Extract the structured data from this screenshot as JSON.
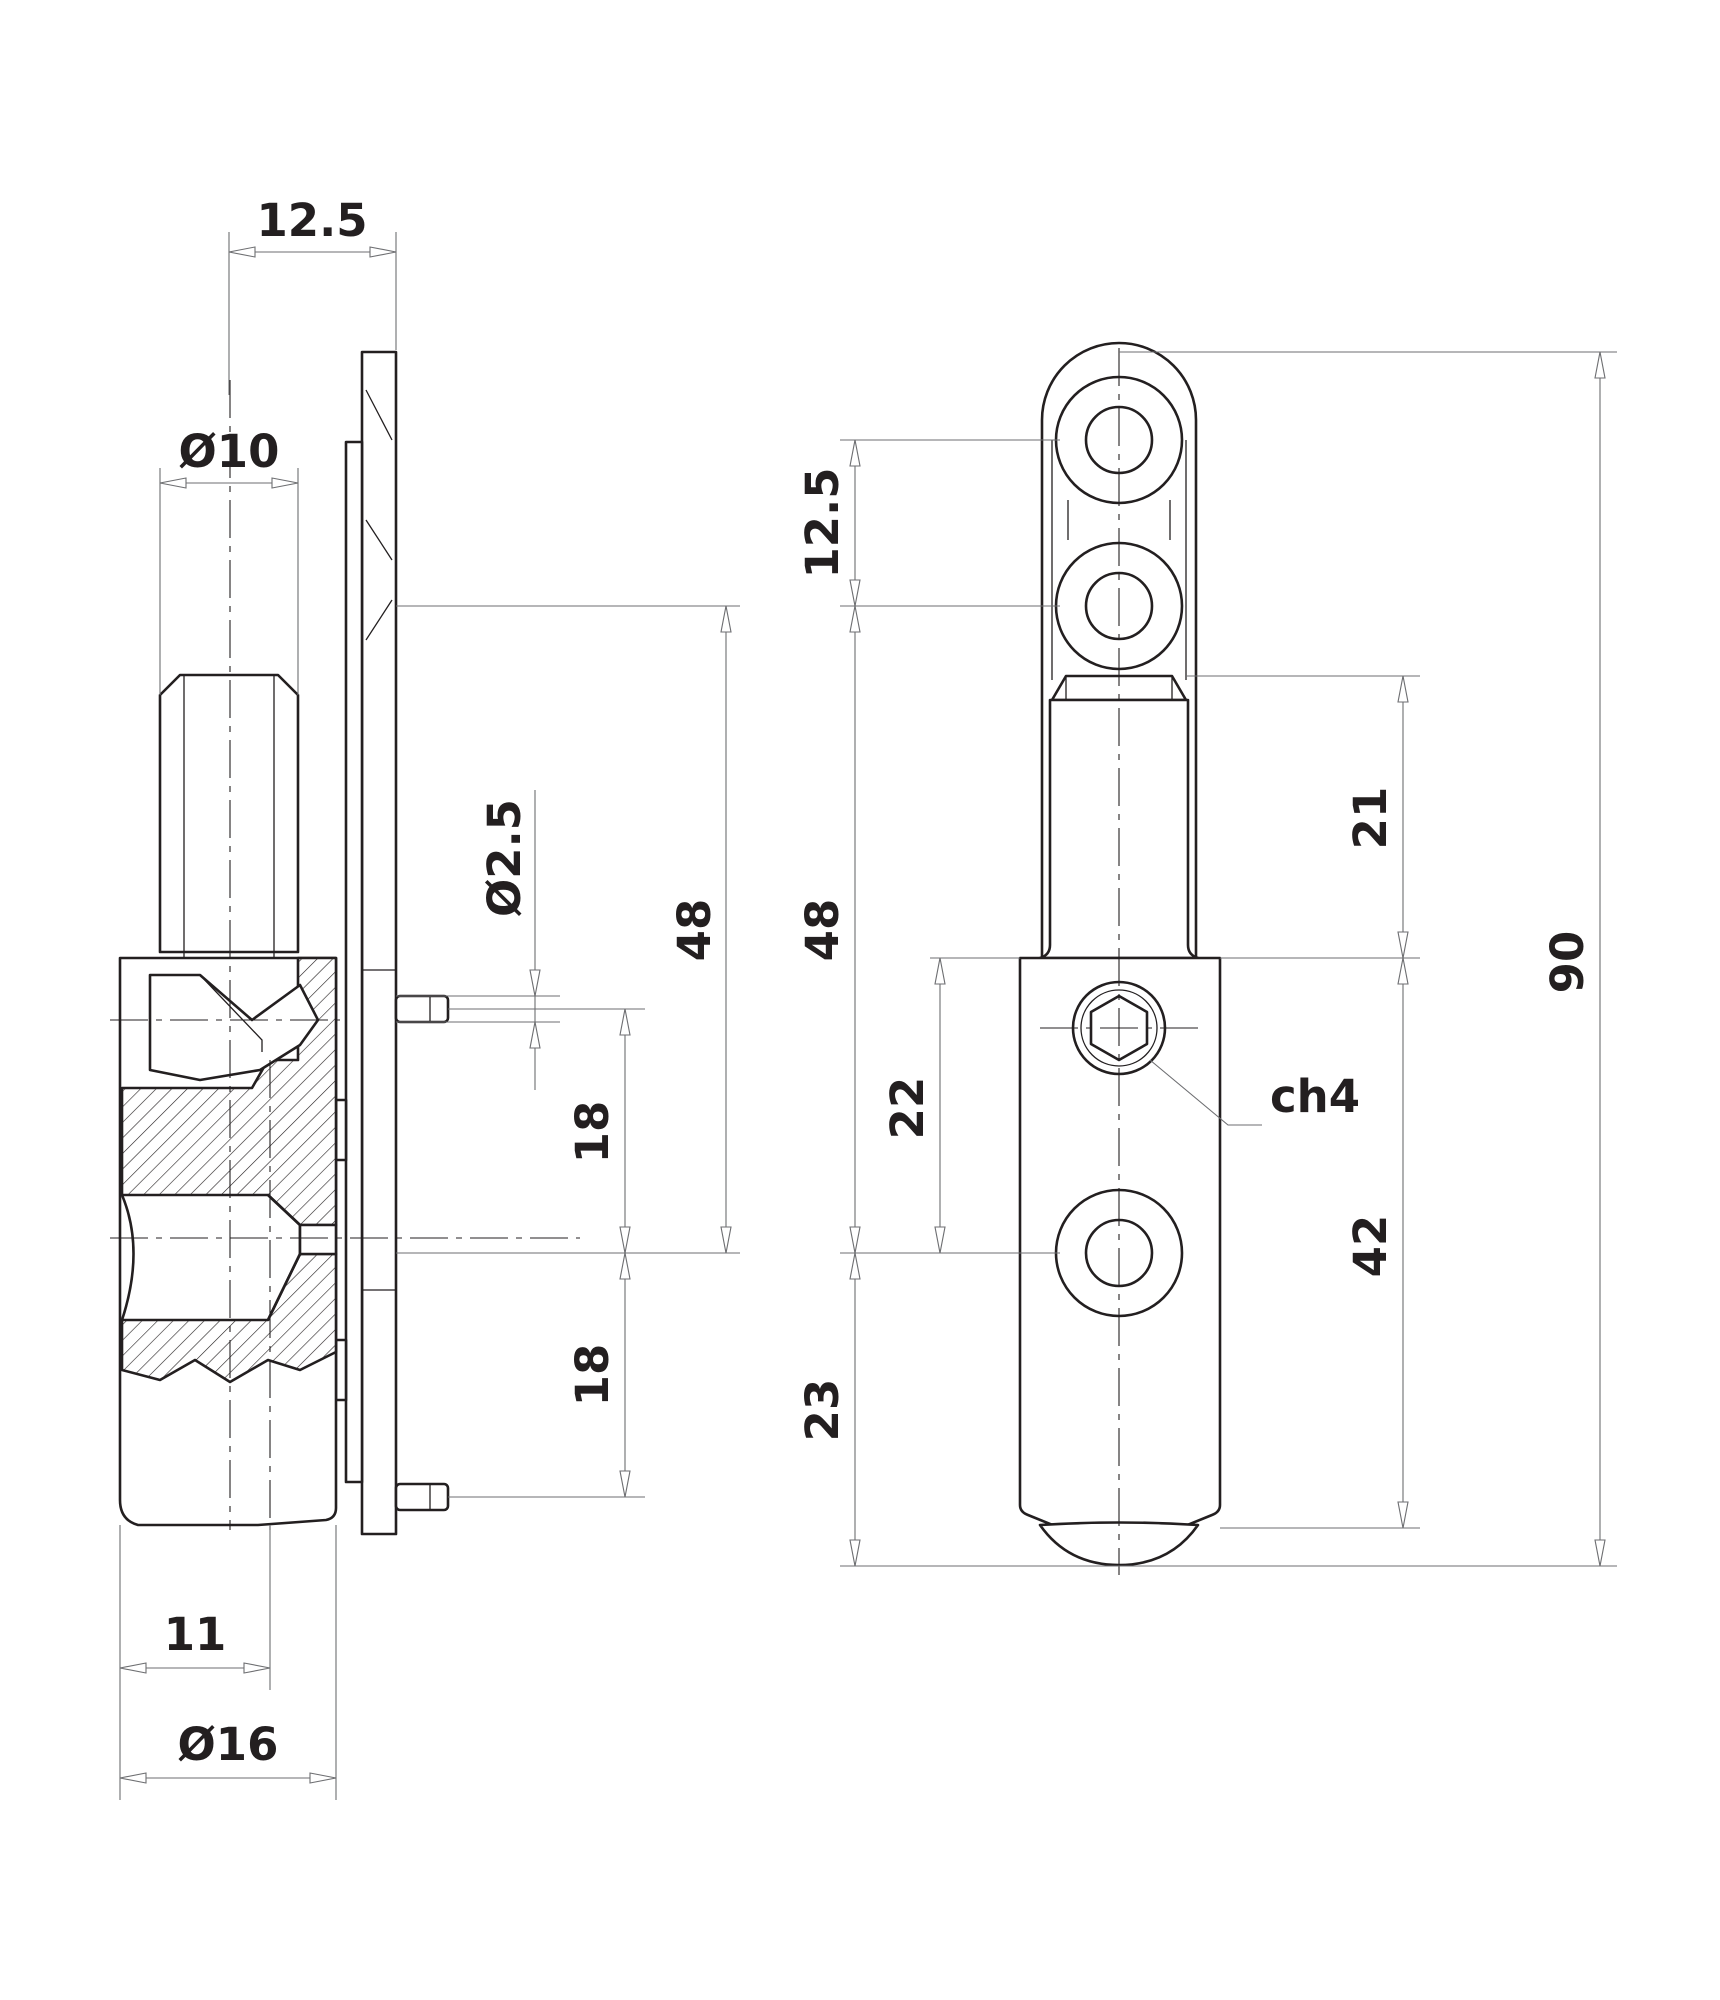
{
  "diagram": {
    "side_view": {
      "dim_top_width": "12.5",
      "dim_pin_diameter": "Ø10",
      "dim_hole_diameter": "Ø2.5",
      "dim_upper_spacing": "48",
      "dim_screw_upper": "18",
      "dim_screw_lower": "18",
      "dim_offset": "11",
      "dim_body_diameter": "Ø16"
    },
    "front_view": {
      "dim_knuckle_pitch": "12.5",
      "dim_left_spacing": "48",
      "dim_bolt_distance": "22",
      "dim_bottom": "23",
      "dim_shank": "21",
      "dim_body": "42",
      "dim_overall": "90",
      "hex_key_label": "ch4"
    },
    "colors": {
      "line": "#231f20",
      "dimension": "#6d6e71",
      "background": "#ffffff"
    }
  }
}
